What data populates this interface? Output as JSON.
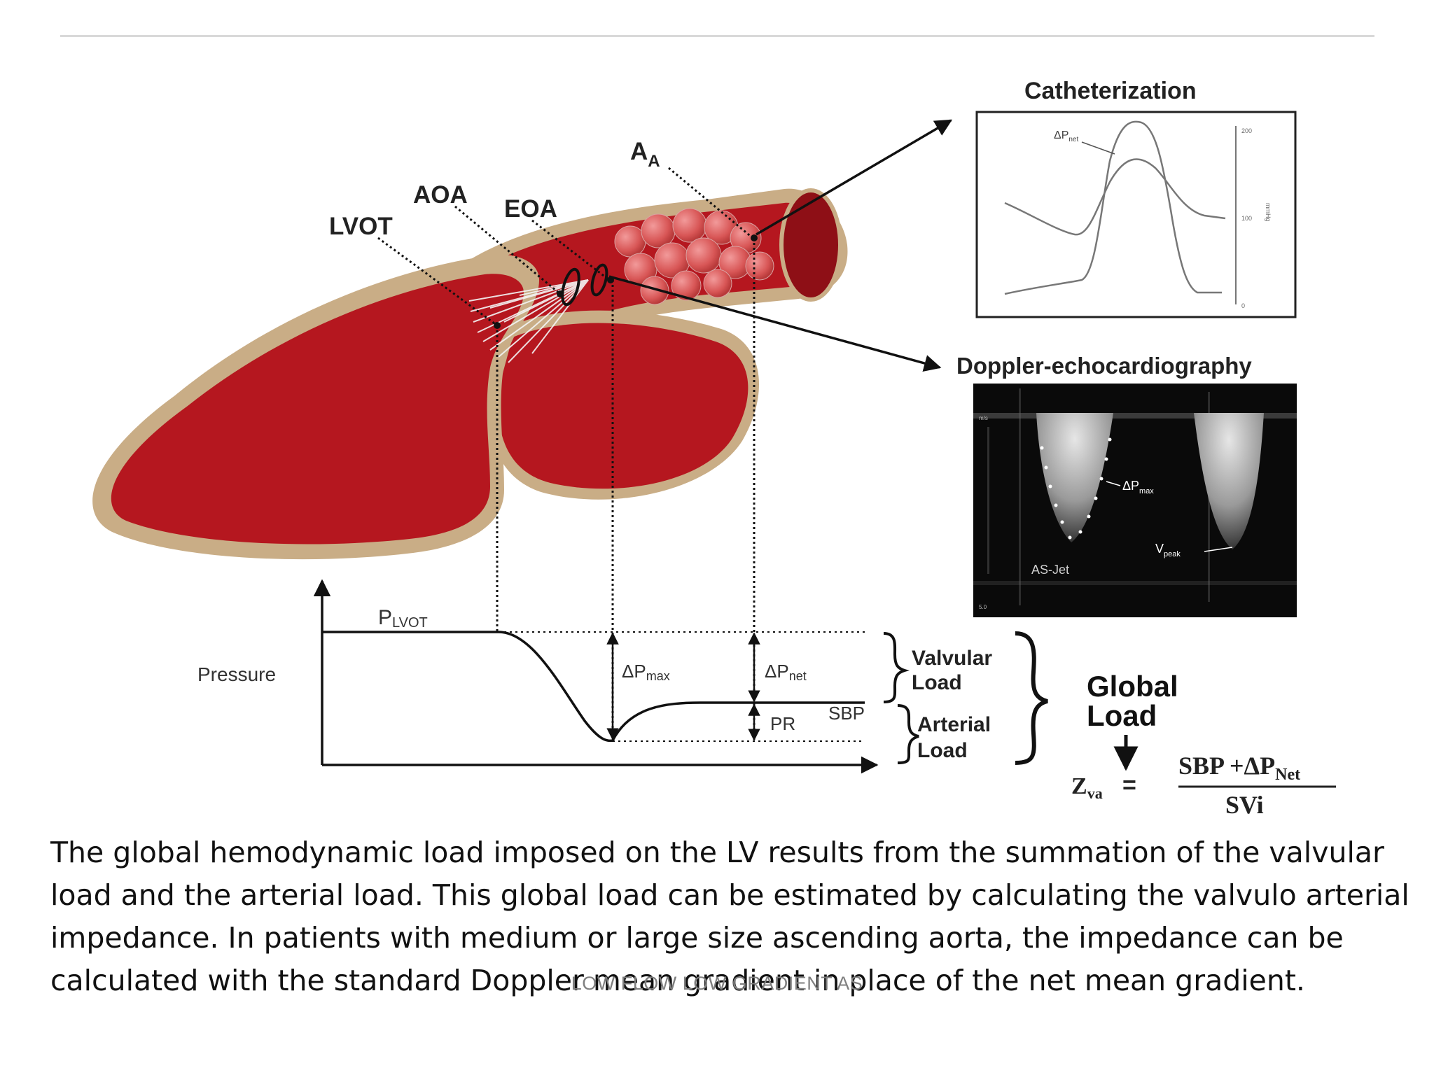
{
  "figure": {
    "labels": {
      "lvot": "LVOT",
      "aoa": "AOA",
      "eoa": "EOA",
      "aa_main": "A",
      "aa_sub": "A",
      "catheterization": "Catheterization",
      "doppler": "Doppler-echocardiography",
      "pressure": "Pressure",
      "plvot_main": "P",
      "plvot_sub": "LVOT",
      "dp_main": "ΔP",
      "max_sub": "max",
      "net_sub": "net",
      "pr": "PR",
      "sbp": "SBP",
      "valvular_load": [
        "Valvular",
        "Load"
      ],
      "arterial_load": [
        "Arterial",
        "Load"
      ],
      "global_load": [
        "Global",
        "Load"
      ],
      "zva_main": "Z",
      "zva_sub": "va",
      "equals": "=",
      "formula_numerator": "SBP +ΔP",
      "formula_numerator_sub": "Net",
      "formula_denominator": "SVi",
      "cath_dp_main": "ΔP",
      "cath_dp_sub": "net",
      "cath_ticks": [
        "200",
        "100",
        "0"
      ],
      "cath_unit": "mmHg",
      "doppler_dp_main": "ΔP",
      "doppler_dp_sub": "max",
      "vpeak_main": "V",
      "vpeak_sub": "peak",
      "as_jet": "AS-Jet",
      "doppler_scale_top": "m/s",
      "doppler_scale_bottom": "5.0"
    },
    "colors": {
      "myocardium": "#b5171f",
      "myocardium_dark": "#8e0f16",
      "wall": "#c9ad86",
      "echo_bg": "#0a0a0a"
    }
  },
  "text": {
    "body": "The global hemodynamic load imposed on the  LV results from the summation of the valvular load and the arterial load. This global load can be estimated by calculating the valvulo arterial impedance. In patients with medium or large size ascending aorta, the impedance can be calculated with the standard Doppler mean gradient in place of the net mean gradient.",
    "footer": "LOW FLOW LOW GRADIENT  AS"
  }
}
